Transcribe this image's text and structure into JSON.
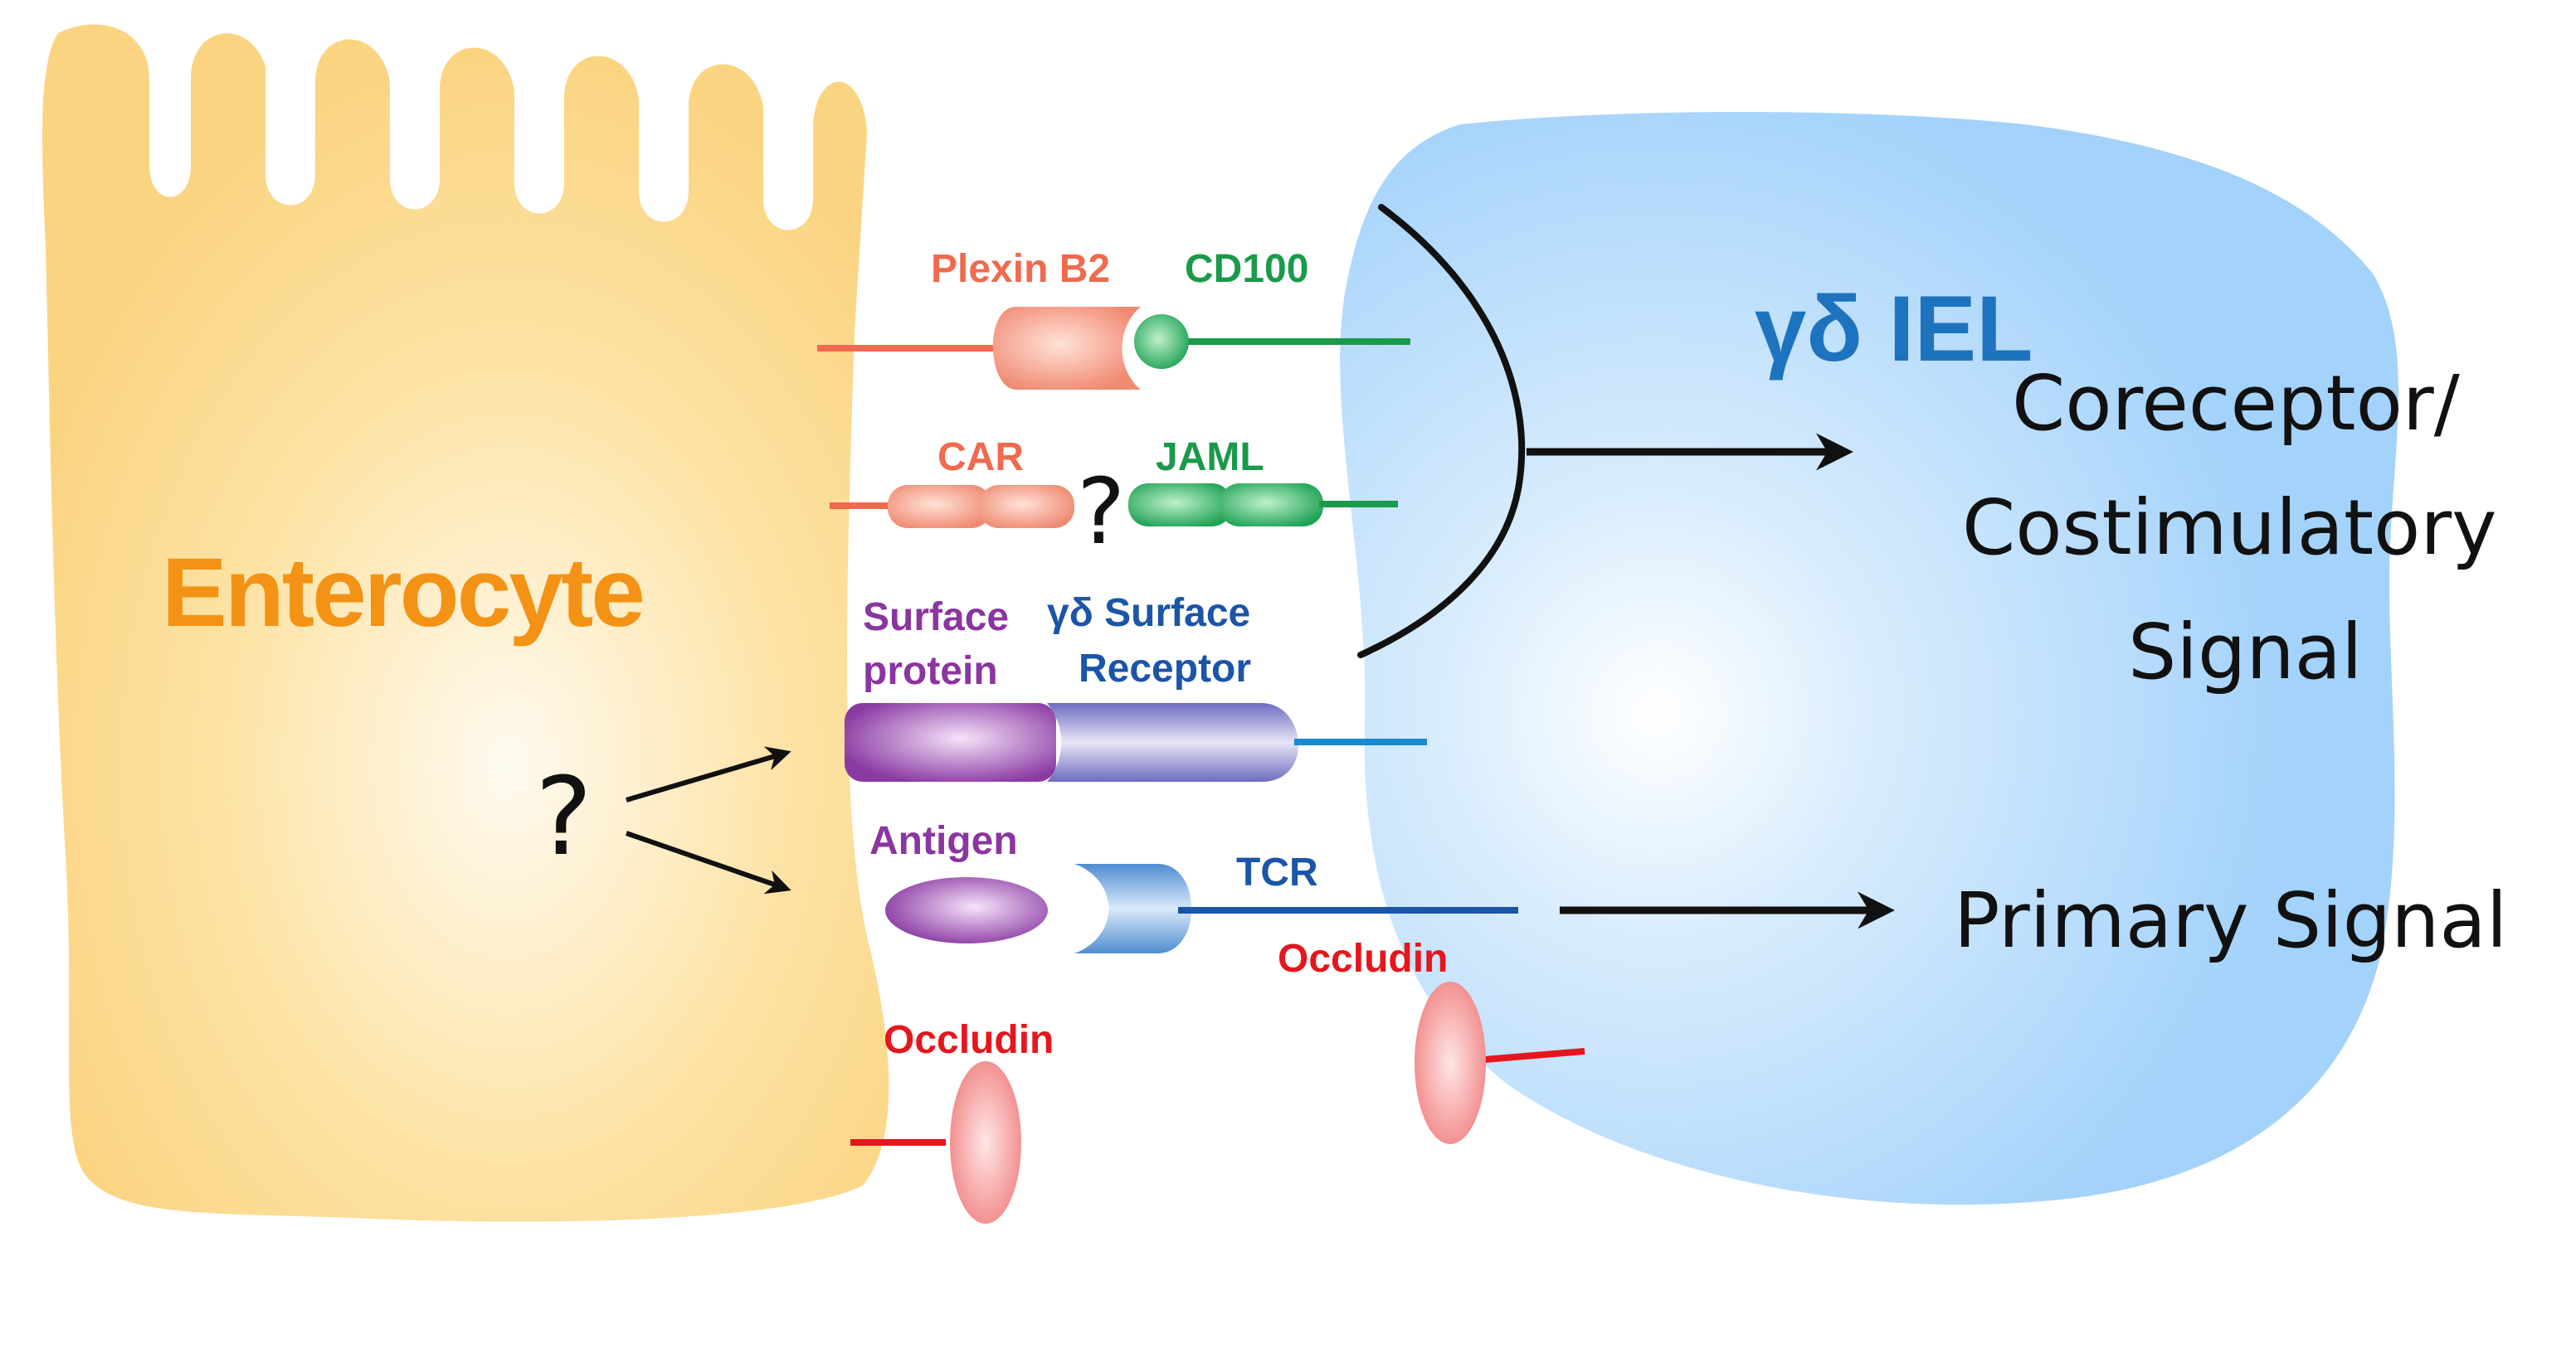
{
  "labels": {
    "enterocyte": "Enterocyte",
    "iel": "γδ IEL",
    "plexin_b2": "Plexin B2",
    "cd100": "CD100",
    "car": "CAR",
    "jaml": "JAML",
    "car_jaml_question": "?",
    "surface_protein_line1": "Surface",
    "surface_protein_line2": "protein",
    "gd_receptor_line1": "γδ Surface",
    "gd_receptor_line2": "Receptor",
    "antigen": "Antigen",
    "tcr": "TCR",
    "occludin_enterocyte": "Occludin",
    "occludin_iel": "Occludin",
    "enterocyte_question": "?",
    "coreceptor_line1": "Coreceptor/",
    "coreceptor_line2": "Costimulatory",
    "coreceptor_line3": "Signal",
    "primary_signal": "Primary Signal"
  },
  "colors": {
    "enterocyte_fill": "#fcd98a",
    "enterocyte_text": "#f39214",
    "iel_fill": "#a9d5fb",
    "iel_text": "#1e73be",
    "plexin": "#ef6a4e",
    "cd100": "#1a9a4a",
    "surface_protein": "#8b35a0",
    "gd_receptor": "#1a55a8",
    "occludin": "#e5161d",
    "arrow": "#111111"
  }
}
